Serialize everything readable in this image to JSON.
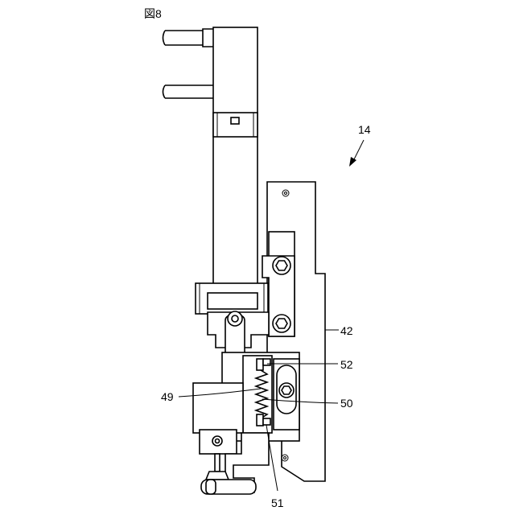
{
  "figure": {
    "title": "図8"
  },
  "labels": {
    "assembly": "14",
    "frame": "42",
    "upper_pin": "52",
    "spring": "50",
    "block": "49",
    "lower_pin": "51"
  }
}
